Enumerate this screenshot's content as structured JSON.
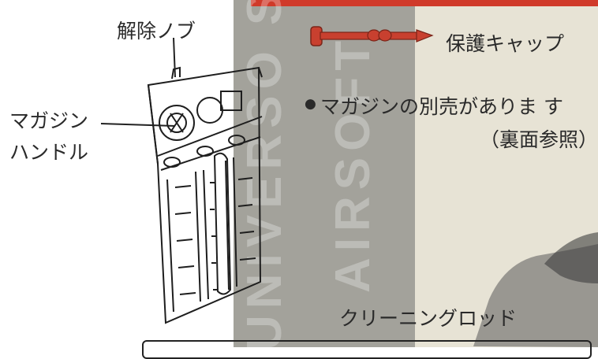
{
  "labels": {
    "release_knob": "解除ノブ",
    "magazine_handle_line1": "マガジン",
    "magazine_handle_line2": "ハンドル",
    "protective_cap": "保護キャップ",
    "bullet": "●",
    "sold_separately": "マガジンの別売がありま す",
    "see_reverse": "（裏面参照）",
    "cleaning_rod": "クリーニングロッド"
  },
  "watermark": {
    "line1": "UNIVERSO SOFT",
    "line2": "AIRSOFT"
  },
  "colors": {
    "paper": "#ffffff",
    "left_band": "#a3a29b",
    "middle_band": "#dcd9cf",
    "right_band": "#eae6d7",
    "red_strip": "#d03a2a",
    "cap_red": "#c8402f",
    "ink": "#222222"
  },
  "icons": [
    "magazine-illustration-icon",
    "protective-cap-icon"
  ]
}
